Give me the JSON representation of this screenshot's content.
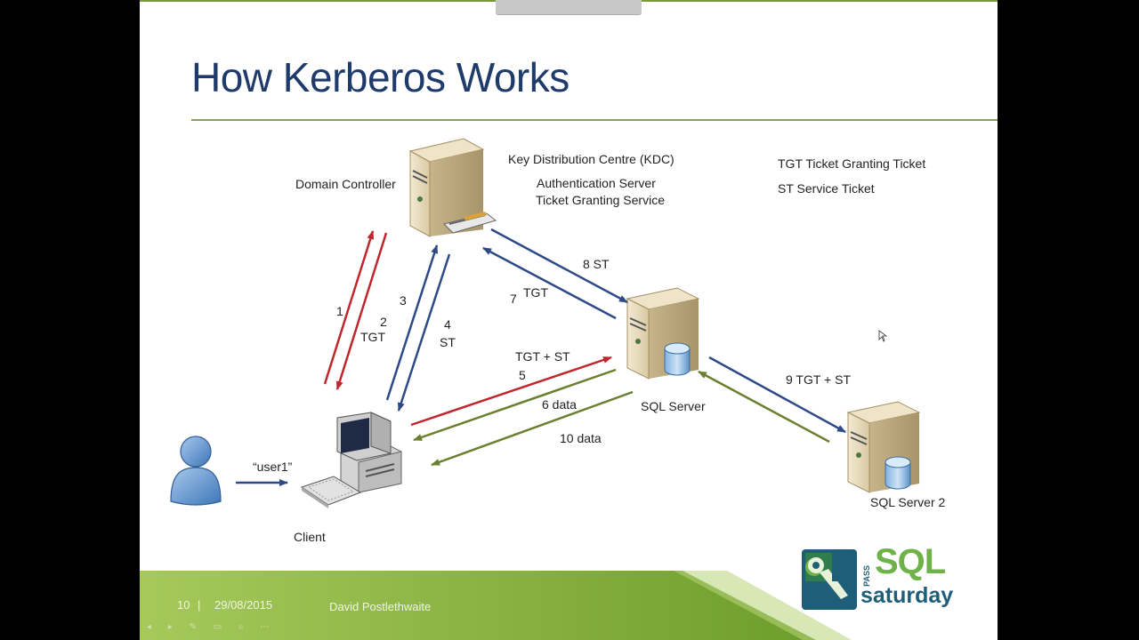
{
  "slide": {
    "title": "How Kerberos Works",
    "footer": {
      "page": "10",
      "separator": "|",
      "date": "29/08/2015",
      "author": "David Postlethwaite"
    },
    "logo": {
      "pass": "PASS",
      "sql": "SQL",
      "saturday": "saturday"
    }
  },
  "nodes": {
    "domain_controller": "Domain Controller",
    "client": "Client",
    "sql_server": "SQL Server",
    "sql_server_2": "SQL Server 2",
    "user": "“user1”"
  },
  "kdc": {
    "heading": "Key Distribution Centre (KDC)",
    "auth_server": "Authentication Server",
    "tgs": "Ticket Granting Service"
  },
  "legend": {
    "tgt": "TGT Ticket Granting Ticket",
    "st": "ST Service Ticket"
  },
  "steps": {
    "s1": "1",
    "s2": "2",
    "s2_label": "TGT",
    "s3": "3",
    "s4": "4",
    "s4_label": "ST",
    "s5": "5",
    "s5_label": "TGT + ST",
    "s6": "6 data",
    "s7": "7",
    "s7_label": "TGT",
    "s8": "8 ST",
    "s9": "9 TGT + ST",
    "s10": "10 data"
  },
  "colors": {
    "title": "#1f3b6b",
    "red_arrow": "#c0272d",
    "blue_arrow": "#2e4a86",
    "green_arrow": "#6b7f2e",
    "footer_green": "#8dbb3f"
  }
}
